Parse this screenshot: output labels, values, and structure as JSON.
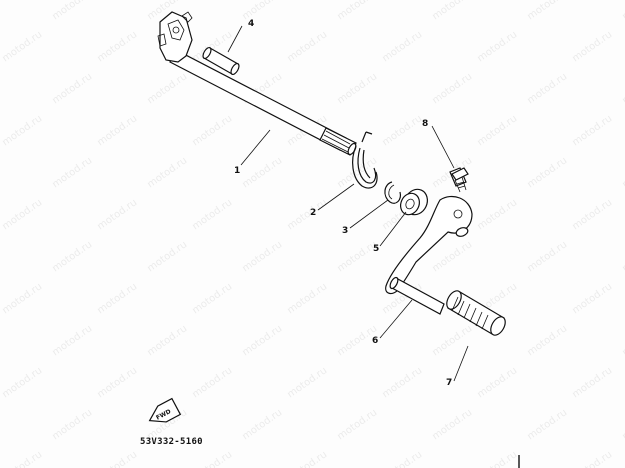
{
  "diagram": {
    "code": "53V332-5160",
    "front_marker_label": "FWD",
    "watermark_text": "motod.ru",
    "callouts": {
      "c1": "1",
      "c2": "2",
      "c3": "3",
      "c4": "4",
      "c5": "5",
      "c6": "6",
      "c7": "7",
      "c8": "8"
    }
  }
}
